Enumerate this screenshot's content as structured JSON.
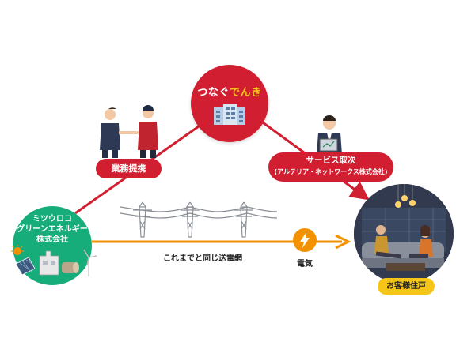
{
  "brand": {
    "name_part1": "つなぐ",
    "name_part2": "でんき"
  },
  "partner_label": "業務提携",
  "service_label": {
    "line1": "サービス取次",
    "line2": "(アルテリア・ネットワークス株式会社)"
  },
  "supplier_name": [
    "ミツウロコ",
    "グリーンエネルギー",
    "株式会社"
  ],
  "grid_label": "これまでと同じ送電網",
  "electricity_label": "電気",
  "customer_label": "お客様住戸",
  "colors": {
    "brand_red": "#d11f31",
    "green": "#16ad7b",
    "orange": "#f39200",
    "yellow": "#f5c518"
  }
}
